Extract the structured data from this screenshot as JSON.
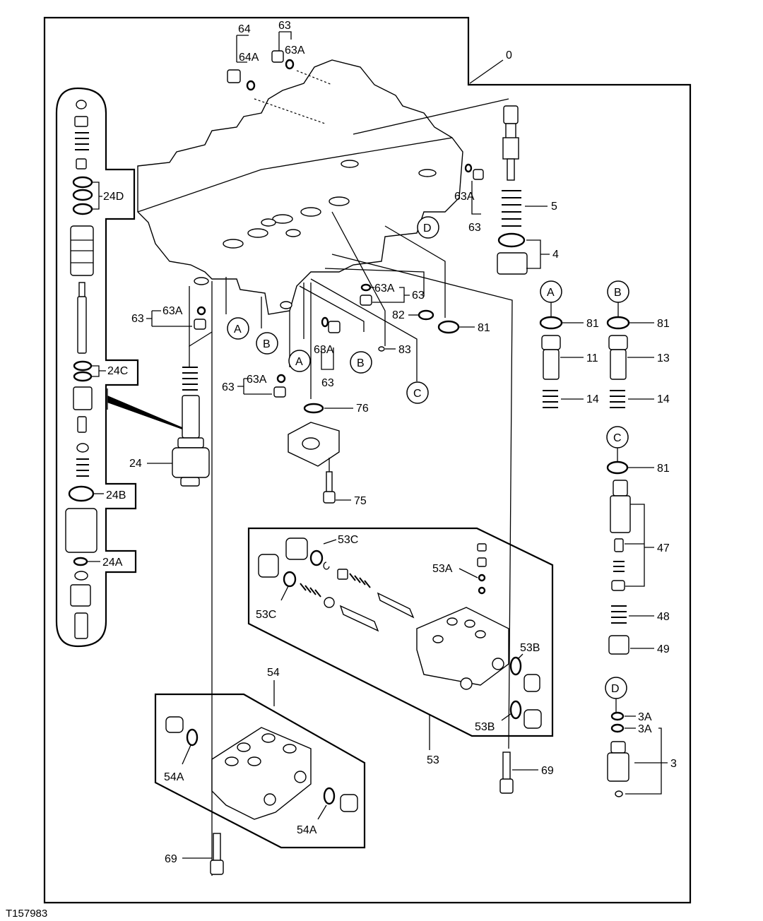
{
  "figure_id": "T157983",
  "assembly_label": "0",
  "callouts": [
    "A",
    "B",
    "C",
    "D"
  ],
  "labels": {
    "l64": "64",
    "l64A": "64A",
    "l63_top": "63",
    "l63A_top": "63A",
    "l0": "0",
    "l5": "5",
    "l4": "4",
    "l63A_r": "63A",
    "l63_r": "63",
    "l24D": "24D",
    "l24C": "24C",
    "l24B": "24B",
    "l24A": "24A",
    "l24": "24",
    "l63A_mid": "63A",
    "l63_mid": "63",
    "l82": "82",
    "l81_c": "81",
    "l63A_left": "63A",
    "l63_left": "63",
    "l63A_c2": "63A",
    "l63_c2": "63",
    "l83": "83",
    "l63A_low": "63A",
    "l63_low": "63",
    "l76": "76",
    "l75": "75",
    "l81_a": "81",
    "l81_b": "81",
    "l11": "11",
    "l13": "13",
    "l14_a": "14",
    "l14_b": "14",
    "l81_cc": "81",
    "l47": "47",
    "l48": "48",
    "l49": "49",
    "l3A_1": "3A",
    "l3A_2": "3A",
    "l3": "3",
    "l53C_top": "53C",
    "l53C_bot": "53C",
    "l53A": "53A",
    "l53B_top": "53B",
    "l53B_bot": "53B",
    "l53": "53",
    "l54": "54",
    "l54A_left": "54A",
    "l54A_right": "54A",
    "l69_right": "69",
    "l69_left": "69"
  }
}
